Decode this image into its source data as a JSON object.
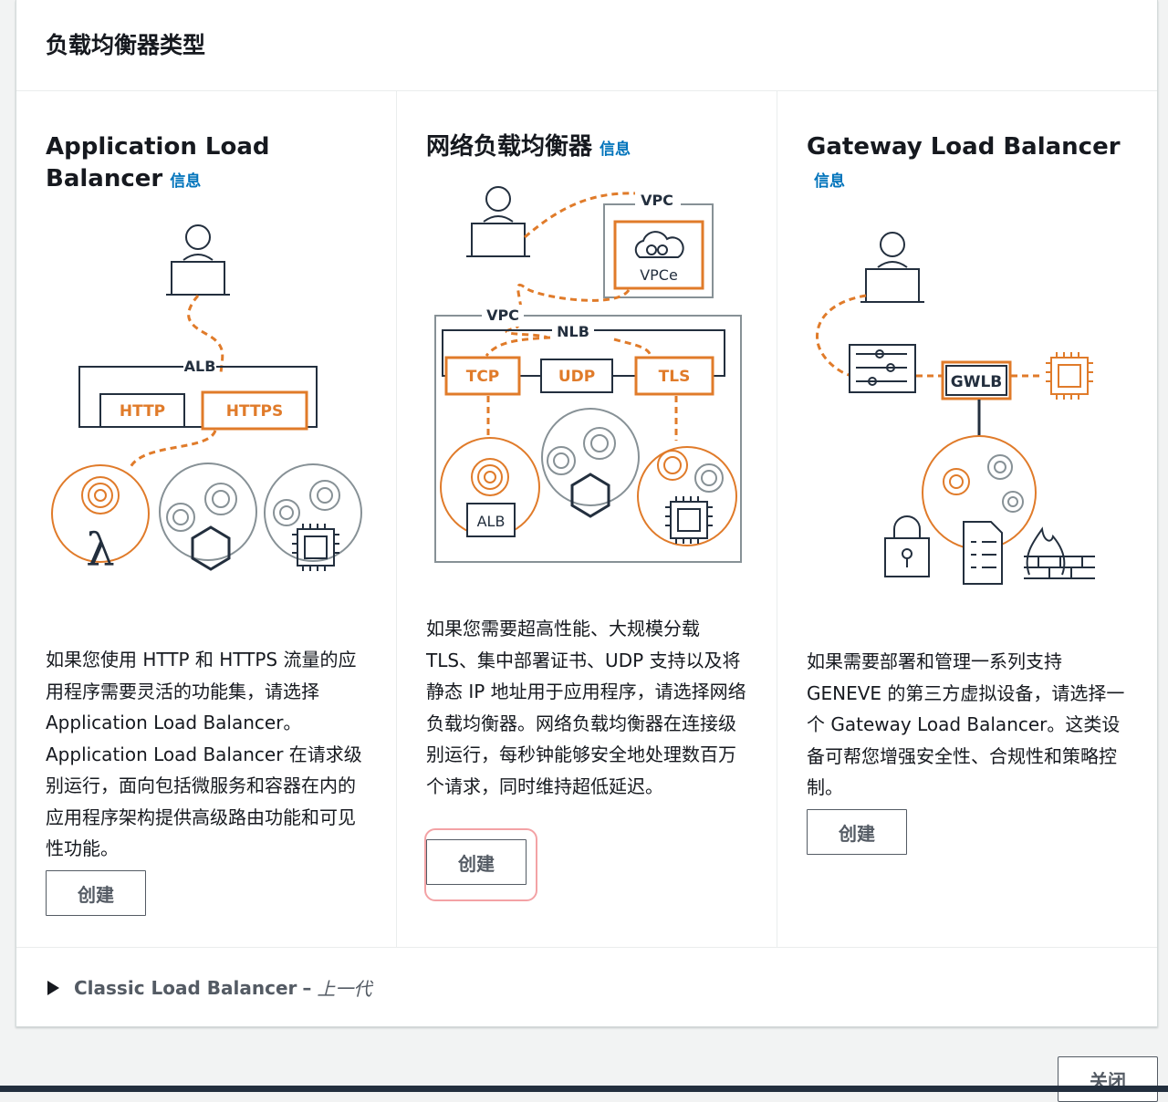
{
  "modal": {
    "title": "负载均衡器类型",
    "close_label": "关闭"
  },
  "colors": {
    "accent_orange": "#e07b2a",
    "link_blue": "#0073bb",
    "text_dark": "#16191f",
    "button_border": "#545b64",
    "focus_ring": "#f3a2a5"
  },
  "cards": [
    {
      "title": "Application Load Balancer",
      "info": "信息",
      "diagram": {
        "group": "ALB",
        "boxes": [
          "HTTP",
          "HTTPS"
        ]
      },
      "description": "如果您使用 HTTP 和 HTTPS 流量的应用程序需要灵活的功能集，请选择 Application Load Balancer。Application Load Balancer 在请求级别运行，面向包括微服务和容器在内的应用程序架构提供高级路由功能和可见性功能。",
      "button": "创建"
    },
    {
      "title": "网络负载均衡器",
      "info": "信息",
      "diagram": {
        "vpc_top": "VPC",
        "vpce": "VPCe",
        "vpc": "VPC",
        "group": "NLB",
        "boxes": [
          "TCP",
          "UDP",
          "TLS"
        ],
        "target": "ALB"
      },
      "description": "如果您需要超高性能、大规模分载 TLS、集中部署证书、UDP 支持以及将静态 IP 地址用于应用程序，请选择网络负载均衡器。网络负载均衡器在连接级别运行，每秒钟能够安全地处理数百万个请求，同时维持超低延迟。",
      "button": "创建"
    },
    {
      "title": "Gateway Load Balancer",
      "info": "信息",
      "diagram": {
        "box": "GWLB"
      },
      "description": "如果需要部署和管理一系列支持 GENEVE 的第三方虚拟设备，请选择一个 Gateway Load Balancer。这类设备可帮您增强安全性、合规性和策略控制。",
      "button": "创建"
    }
  ],
  "legacy": {
    "label": "Classic Load Balancer",
    "separator": "–",
    "generation": "上一代"
  }
}
